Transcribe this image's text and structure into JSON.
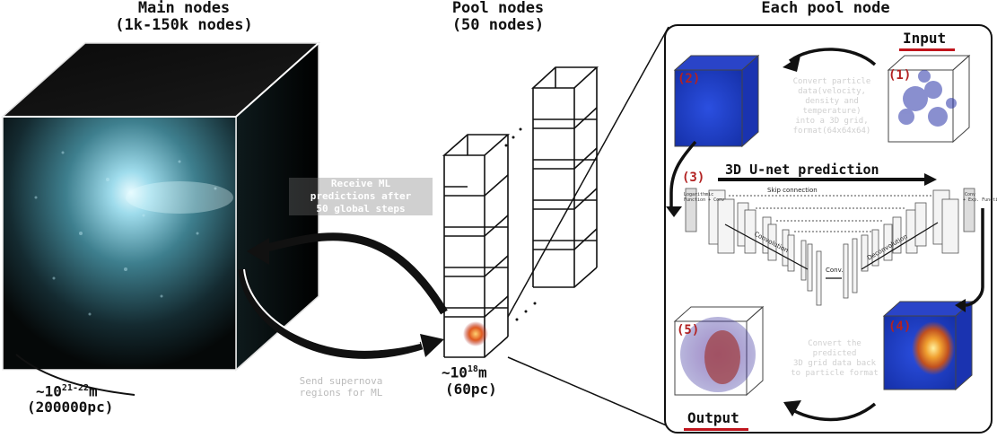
{
  "titles": {
    "main": "Main nodes\n(1k-150k nodes)",
    "pool": "Pool nodes\n(50 nodes)",
    "each": "Each pool node"
  },
  "main_cube": {
    "scale_label": "~10",
    "scale_exp": "21-22",
    "scale_unit": "m",
    "scale_pc": "(200000pc)",
    "receive_text": "Receive ML\npredictions after\n50 global steps",
    "send_text": "Send supernova\nregions for ML"
  },
  "pool_cube": {
    "scale_label": "~10",
    "scale_exp": "18",
    "scale_unit": "m",
    "scale_pc": "(60pc)"
  },
  "each_pool": {
    "input_label": "Input",
    "output_label": "Output",
    "unet_label": "3D U-net prediction",
    "skip_label": "Skip connection",
    "conv_label": "Convolution",
    "deconv_label": "Deconvolution",
    "conv_mid": "Conv.",
    "step1": "(1)",
    "step2": "(2)",
    "step3": "(3)",
    "step4": "(4)",
    "step5": "(5)",
    "convert_text": "Convert particle\ndata(velocity,\ndensity and\ntemperature)\ninto a 3D grid,\nformat(64x64x64)",
    "convert_back_text": "Convert the\npredicted\n3D grid data back\nto particle format",
    "left_side_label": "Logarithmic\nFunction + Conv",
    "right_side_label": "Conv\n+ Exp. Function"
  },
  "colors": {
    "accent_red": "#c0141c",
    "step_red": "#b22222",
    "blue_volume": "#1e3fd0",
    "galaxy_cyan": "#8fd6e8"
  }
}
